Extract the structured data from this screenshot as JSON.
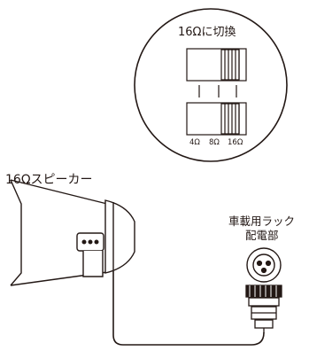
{
  "labels": {
    "switch_title": "16Ωに切換",
    "ohm_4": "4Ω",
    "ohm_8": "8Ω",
    "ohm_16": "16Ω",
    "speaker_label": "16Ωスピーカー",
    "mount_line1": "車載用ラック",
    "mount_line2": "配電部"
  },
  "icons": {
    "speaker": "horn-speaker-icon",
    "connector": "round-connector-socket-icon",
    "plug": "multi-pin-plug-icon",
    "switch": "slide-switch-icon"
  },
  "colors": {
    "line": "#231815",
    "fill": "#ffffff",
    "hatch": "#231815"
  }
}
